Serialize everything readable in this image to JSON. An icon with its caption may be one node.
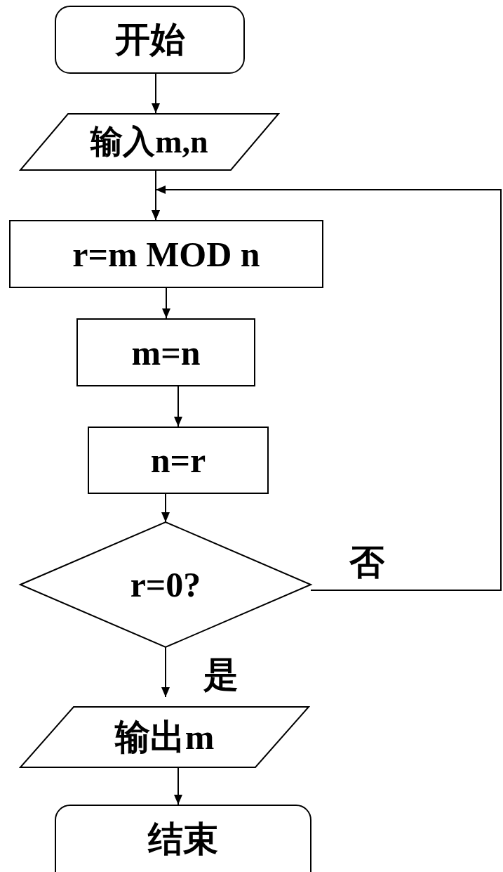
{
  "diagram": {
    "nodes": [
      {
        "text": [
          "开始"
        ]
      },
      {
        "text": [
          "输入m,n"
        ]
      },
      {
        "text": [
          "r=m MOD n"
        ]
      },
      {
        "text": [
          "m=n"
        ]
      },
      {
        "text": [
          "n=r"
        ]
      },
      {
        "text": [
          "r=0?"
        ]
      },
      {
        "text": [
          "输出m"
        ]
      },
      {
        "text": [
          "结束"
        ]
      }
    ],
    "edges": [
      {
        "from": 0,
        "to": 1,
        "arrow": "to"
      },
      {
        "from": 1,
        "to": 2,
        "arrow": "to"
      },
      {
        "from": 2,
        "to": 3,
        "arrow": "to"
      },
      {
        "from": 3,
        "to": 4,
        "arrow": "to"
      },
      {
        "from": 4,
        "to": 5,
        "arrow": "to"
      },
      {
        "from": 5,
        "to": 2,
        "arrow": "to",
        "label": "否"
      },
      {
        "from": 5,
        "to": 6,
        "arrow": "to",
        "label": "是"
      },
      {
        "from": 6,
        "to": 7,
        "arrow": "to"
      }
    ]
  }
}
